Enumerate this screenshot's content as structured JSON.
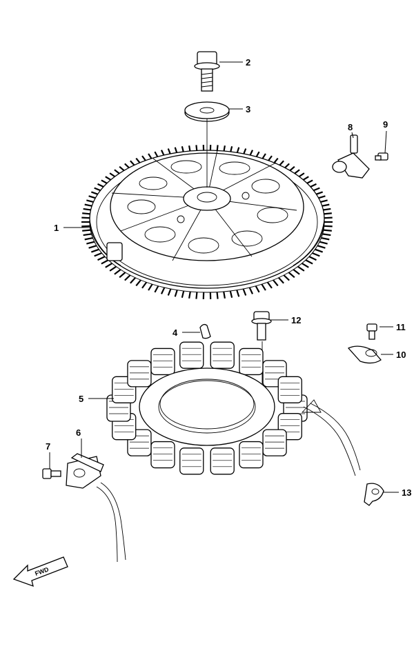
{
  "callouts": [
    {
      "id": "1",
      "label": "1"
    },
    {
      "id": "2",
      "label": "2"
    },
    {
      "id": "3",
      "label": "3"
    },
    {
      "id": "4",
      "label": "4"
    },
    {
      "id": "5",
      "label": "5"
    },
    {
      "id": "6",
      "label": "6"
    },
    {
      "id": "7",
      "label": "7"
    },
    {
      "id": "8",
      "label": "8"
    },
    {
      "id": "9",
      "label": "9"
    },
    {
      "id": "10",
      "label": "10"
    },
    {
      "id": "11",
      "label": "11"
    },
    {
      "id": "12",
      "label": "12"
    },
    {
      "id": "13",
      "label": "13"
    }
  ],
  "fwd_label": "FWD",
  "colors": {
    "line": "#000000",
    "background": "#ffffff"
  }
}
